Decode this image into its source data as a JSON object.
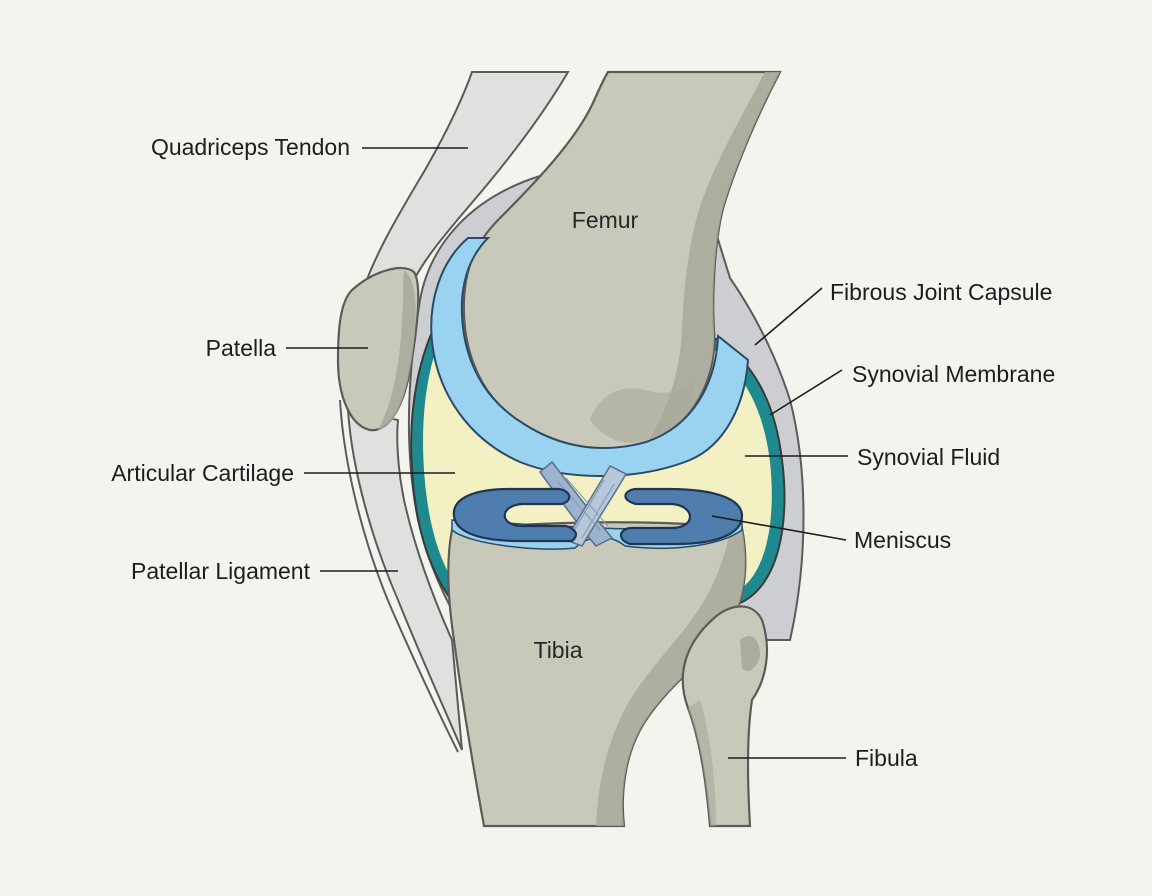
{
  "diagram": {
    "structures": {
      "femur": "Femur",
      "tibia": "Tibia"
    },
    "labels": {
      "quadriceps_tendon": "Quadriceps Tendon",
      "patella": "Patella",
      "articular_cartilage": "Articular Cartilage",
      "patellar_ligament": "Patellar Ligament",
      "fibrous_joint_capsule": "Fibrous Joint Capsule",
      "synovial_membrane": "Synovial Membrane",
      "synovial_fluid": "Synovial Fluid",
      "meniscus": "Meniscus",
      "fibula": "Fibula"
    },
    "colors": {
      "background": "#f4f4ee",
      "bone": "#c9c9bb",
      "bone_shade": "#a9a99b",
      "tendon": "#e0e0de",
      "capsule": "#cdced1",
      "synovial_membrane": "#1e8a90",
      "synovial_fluid": "#f3f1c3",
      "cartilage": "#99d3ef",
      "meniscus": "#4f7dae",
      "ligament": "#9bb3cf",
      "outline": "#5b5b58"
    }
  }
}
